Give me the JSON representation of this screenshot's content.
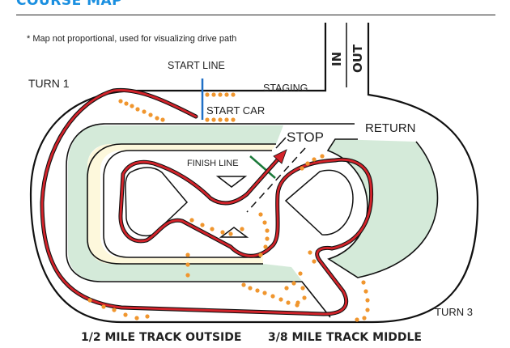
{
  "header": {
    "title": "COURSE MAP"
  },
  "map": {
    "note": "* Map not proportional, used for visualizing drive path",
    "labels": {
      "in": "IN",
      "out": "OUT",
      "start_line": "START LINE",
      "turn1": "TURN 1",
      "staging": "STAGING",
      "start_car": "START CAR",
      "stop": "STOP",
      "return": "RETURN",
      "finish_line": "FINISH LINE",
      "turn3": "TURN 3"
    },
    "captions": {
      "outside": "1/2 MILE TRACK OUTSIDE",
      "middle": "3/8 MILE TRACK MIDDLE"
    },
    "colors": {
      "drive_path": "#d3232a",
      "cones": "#f0962e",
      "start_line": "#1f6fc6",
      "finish_line": "#1b7a3a",
      "infield_green": "#d4ead9",
      "infield_yellow": "#fdf8dc"
    }
  }
}
